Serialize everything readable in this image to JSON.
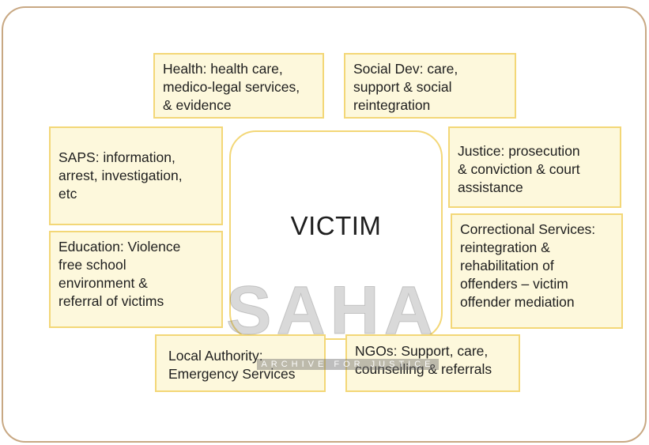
{
  "center": {
    "label": "VICTIM"
  },
  "boxes": {
    "health": "Health: health care,\nmedico-legal services,\n& evidence",
    "social_dev": "Social Dev: care,\nsupport & social\nreintegration",
    "saps": "SAPS: information,\narrest, investigation,\netc",
    "justice": "Justice: prosecution\n& conviction & court\nassistance",
    "education": "Education: Violence\nfree school\nenvironment &\nreferral of victims",
    "correctional": "Correctional Services:\nreintegration &\nrehabilitation of\noffenders – victim\noffender mediation",
    "local_authority": "Local Authority:\nEmergency Services",
    "ngos": "NGOs: Support, care,\ncounselling & referrals"
  },
  "watermark": {
    "main": "SAHA",
    "sub": "ARCHIVE FOR JUSTICE"
  },
  "colors": {
    "box_fill": "#fdf8dc",
    "box_border": "#f3d777",
    "frame_border": "#c8a883",
    "text": "#1e1e1e"
  }
}
